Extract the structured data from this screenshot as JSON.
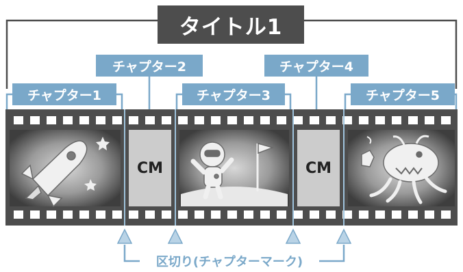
{
  "title": "タイトル1",
  "chapters": [
    {
      "label": "チャプター1"
    },
    {
      "label": "チャプター2"
    },
    {
      "label": "チャプター3"
    },
    {
      "label": "チャプター4"
    },
    {
      "label": "チャプター5"
    }
  ],
  "segments": [
    {
      "kind": "scene",
      "icon": "rocket-icon"
    },
    {
      "kind": "cm",
      "label": "CM"
    },
    {
      "kind": "scene",
      "icon": "astronaut-icon"
    },
    {
      "kind": "cm",
      "label": "CM"
    },
    {
      "kind": "scene",
      "icon": "octopus-alien-icon"
    }
  ],
  "marker_label": "区切り(チャプターマーク)",
  "colors": {
    "accent": "#7aa8c9",
    "film": "#4d4d4d",
    "cm_fill": "#cccccc",
    "scene_bg": "#5a5a5a"
  }
}
